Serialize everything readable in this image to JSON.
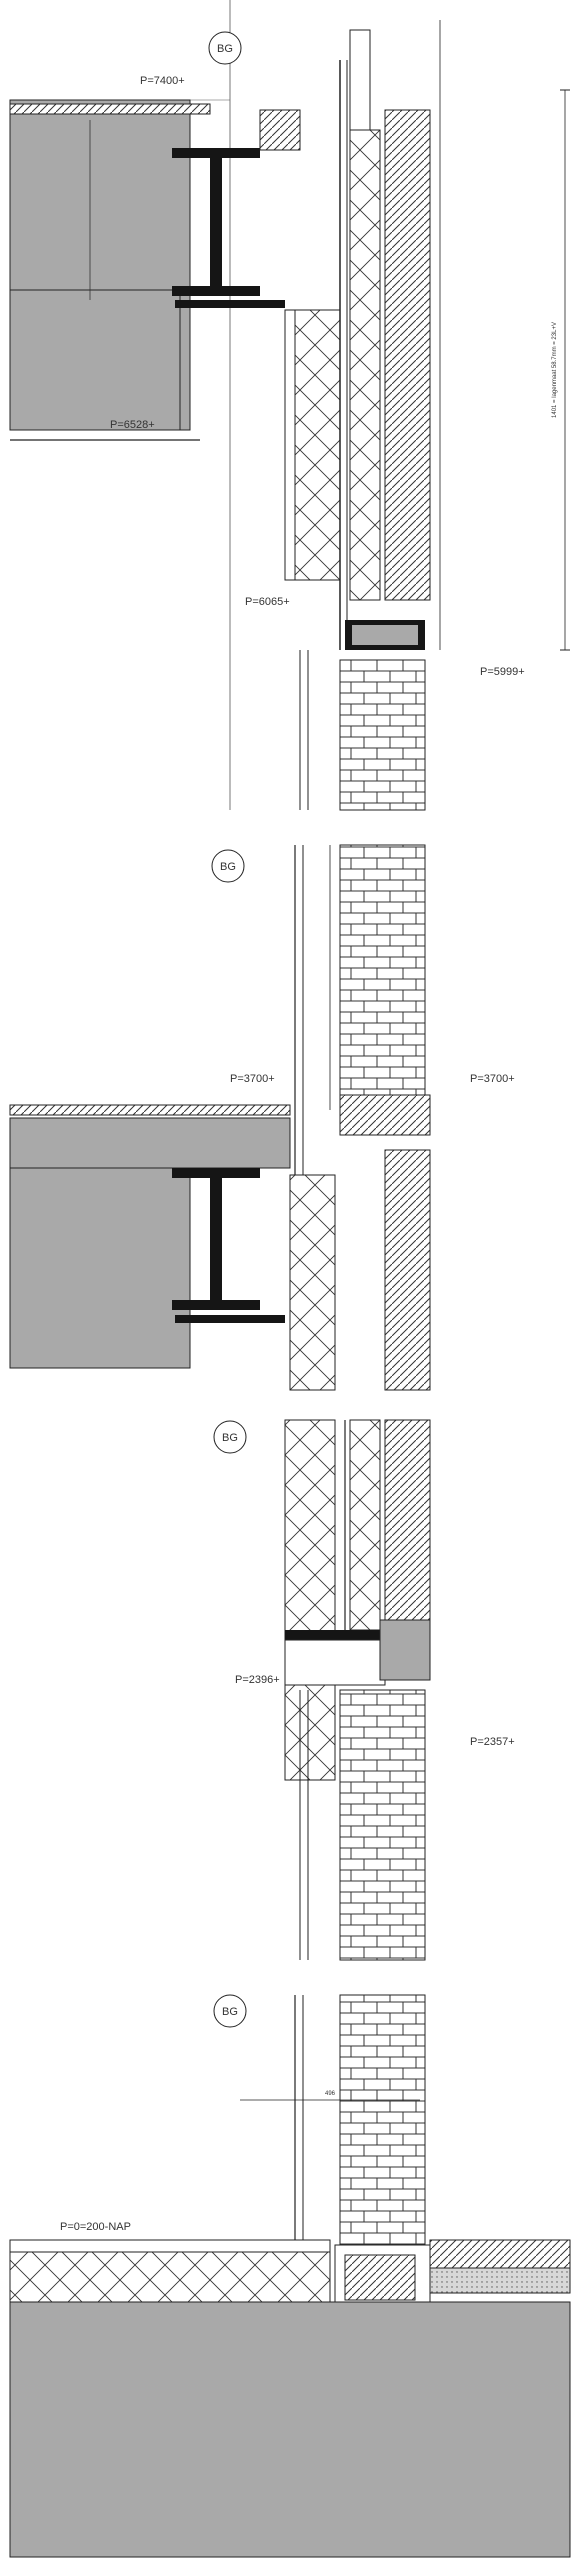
{
  "sheet": {
    "section_marker": "BG",
    "dimension_total": "1401 = lagenmaat 58.7mm = 23L+V",
    "dimension_bottom": "496"
  },
  "levels": [
    {
      "label": "P=7400+"
    },
    {
      "label": "P=6528+"
    },
    {
      "label": "P=6065+"
    },
    {
      "label": "P=5999+"
    },
    {
      "label": "P=3700+"
    },
    {
      "label": "P=3700+"
    },
    {
      "label": "P=2396+"
    },
    {
      "label": "P=2357+"
    },
    {
      "label": "P=0=200-NAP"
    }
  ],
  "colors": {
    "concrete": "#a9a9a9",
    "line": "#2a2a2a",
    "steel": "#151515"
  }
}
